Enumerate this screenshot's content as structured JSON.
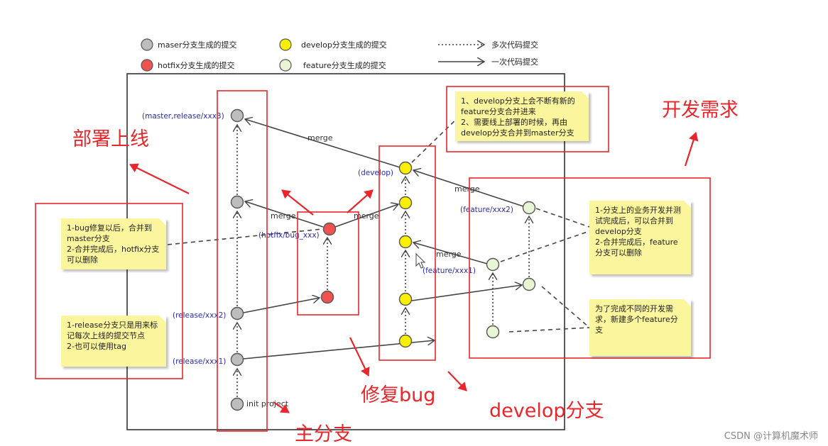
{
  "legend": {
    "master": "maser分支生成的提交",
    "develop": "develop分支生成的提交",
    "hotfix": "hotfix分支生成的提交",
    "feature": "feature分支生成的提交",
    "dotted": "多次代码提交",
    "solid": "一次代码提交"
  },
  "colors": {
    "master": "#bdbdbd",
    "hotfix": "#ef5350",
    "develop": "#f8f000",
    "feature": "#e8f6d4",
    "annotation": "#e8262b",
    "note": "#fbf59d"
  },
  "branch_labels": {
    "master_top": "(master,release/xxx3)",
    "develop": "(develop)",
    "hotfix": "(hotfix/bug_xxx)",
    "feature2": "(feature/xxx2)",
    "feature1": "(feature/xxx1)",
    "release2": "(release/xxx2)",
    "release1": "(release/xxx1)",
    "init": "init project"
  },
  "merge_label": "merge",
  "notes": {
    "develop": "1、develop分支上会不断有新的feature分支合并进来\n2、需要线上部署的时候，再由develop分支合并到master分支",
    "hotfix": "1-bug修复以后，合并到master分支\n2-合并完成后，hotfix分支可以删除",
    "release": "1-release分支只是用来标记每次上线的提交节点\n2-也可以使用tag",
    "feature_merge": "1-分支上的业务开发并测试完成后，可以合并到develop分支\n2-合并完成后，feature分支可以删除",
    "feature_create": "为了完成不同的开发需求，新建多个feature分支"
  },
  "annotations": {
    "deploy": "部署上线",
    "dev_demand": "开发需求",
    "fix_bug": "修复bug",
    "develop_branch": "develop分支",
    "main_branch": "主分支"
  },
  "watermark": "CSDN @计算机魔术师"
}
